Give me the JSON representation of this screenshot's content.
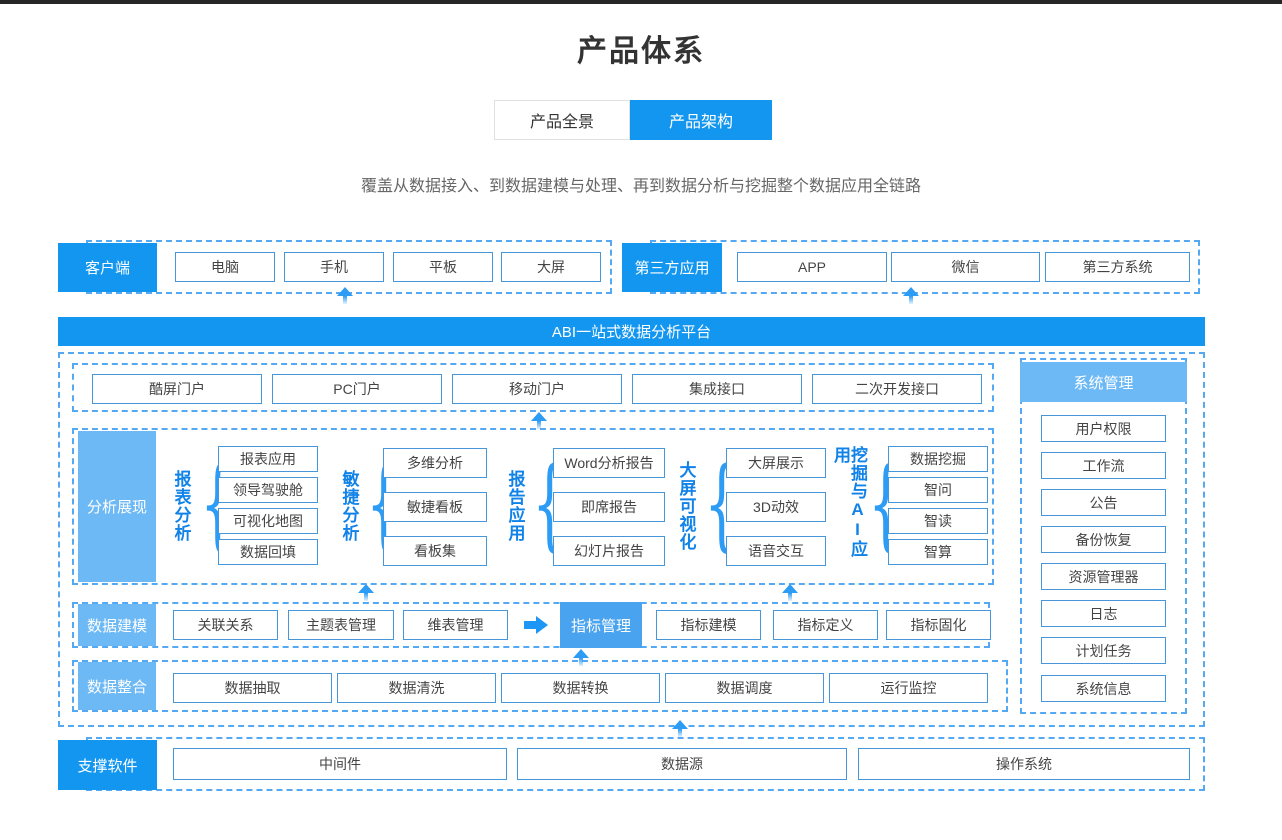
{
  "page": {
    "title": "产品体系",
    "subtitle": "覆盖从数据接入、到数据建模与处理、再到数据分析与挖掘整个数据应用全链路"
  },
  "tabs": [
    {
      "label": "产品全景",
      "active": false
    },
    {
      "label": "产品架构",
      "active": true
    }
  ],
  "client": {
    "label": "客户端",
    "items": [
      "电脑",
      "手机",
      "平板",
      "大屏"
    ]
  },
  "third_party": {
    "label": "第三方应用",
    "items": [
      "APP",
      "微信",
      "第三方系统"
    ]
  },
  "platform_banner": "ABI一站式数据分析平台",
  "portals": [
    "酷屏门户",
    "PC门户",
    "移动门户",
    "集成接口",
    "二次开发接口"
  ],
  "analysis": {
    "label": "分析展现",
    "groups": [
      {
        "name": "报表分析",
        "items": [
          "报表应用",
          "领导驾驶舱",
          "可视化地图",
          "数据回填"
        ]
      },
      {
        "name": "敏捷分析",
        "items": [
          "多维分析",
          "敏捷看板",
          "看板集"
        ]
      },
      {
        "name": "报告应用",
        "items": [
          "Word分析报告",
          "即席报告",
          "幻灯片报告"
        ]
      },
      {
        "name": "大屏可视化",
        "items": [
          "大屏展示",
          "3D动效",
          "语音交互"
        ]
      },
      {
        "name": "挖掘与AI应用",
        "items": [
          "数据挖掘",
          "智问",
          "智读",
          "智算"
        ]
      }
    ]
  },
  "modeling": {
    "label": "数据建模",
    "items": [
      "关联关系",
      "主题表管理",
      "维表管理"
    ],
    "indicator": {
      "label": "指标管理",
      "items": [
        "指标建模",
        "指标定义",
        "指标固化"
      ]
    }
  },
  "integration": {
    "label": "数据整合",
    "items": [
      "数据抽取",
      "数据清洗",
      "数据转换",
      "数据调度",
      "运行监控"
    ]
  },
  "system": {
    "label": "系统管理",
    "items": [
      "用户权限",
      "工作流",
      "公告",
      "备份恢复",
      "资源管理器",
      "日志",
      "计划任务",
      "系统信息"
    ]
  },
  "support": {
    "label": "支撑软件",
    "items": [
      "中间件",
      "数据源",
      "操作系统"
    ]
  },
  "colors": {
    "primary": "#1296f0",
    "light_label": "#6db9f6",
    "indicator_medium": "#4aa3ee",
    "box_border": "#4696d9",
    "dashed_border": "#55a8f2",
    "arrow": "#2d9cf4",
    "group_label_text": "#1183e8"
  }
}
